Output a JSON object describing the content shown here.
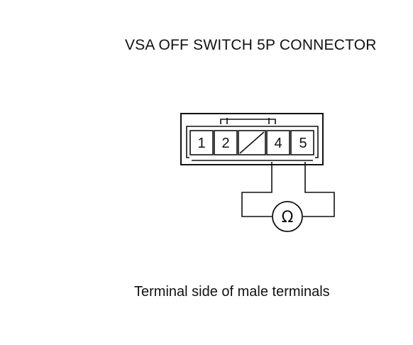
{
  "title": "VSA OFF SWITCH 5P CONNECTOR",
  "caption": "Terminal side of male terminals",
  "connector": {
    "pins": [
      "1",
      "2",
      "",
      "4",
      "5"
    ],
    "blank_pin_index": 2,
    "probe_pins": [
      "4",
      "5"
    ]
  },
  "meter": {
    "symbol": "Ω",
    "icon": "ohmmeter-icon"
  }
}
